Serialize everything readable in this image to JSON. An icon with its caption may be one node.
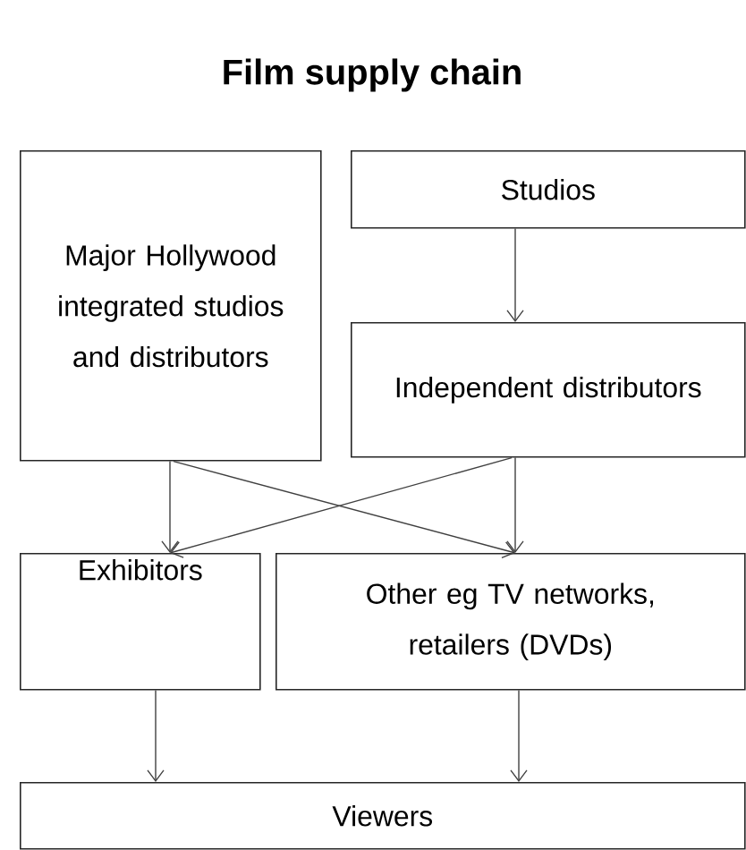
{
  "diagram": {
    "title": "Film supply chain",
    "nodes": [
      {
        "text": [
          "Major Hollywood integrated studios and distributors"
        ]
      },
      {
        "text": [
          "Studios"
        ]
      },
      {
        "text": [
          "Independent distributors"
        ]
      },
      {
        "text": [
          "Exhibitors"
        ]
      },
      {
        "text": [
          "Other eg TV networks, retailers (DVDs)"
        ]
      },
      {
        "text": [
          "Viewers"
        ]
      }
    ],
    "edges": [
      {
        "from": 1,
        "to": 2,
        "arrow": "to"
      },
      {
        "from": 0,
        "to": 3,
        "arrow": "to"
      },
      {
        "from": 0,
        "to": 4,
        "arrow": "to"
      },
      {
        "from": 2,
        "to": 3,
        "arrow": "to"
      },
      {
        "from": 2,
        "to": 4,
        "arrow": "to"
      },
      {
        "from": 3,
        "to": 5,
        "arrow": "to"
      },
      {
        "from": 4,
        "to": 5,
        "arrow": "to"
      }
    ]
  }
}
